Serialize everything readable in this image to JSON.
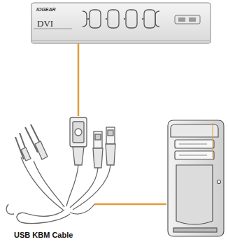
{
  "diagram": {
    "nodes": [
      {
        "text": [
          "IOGEAR",
          "DVI"
        ]
      },
      {
        "text": [
          "USB KBM Cable"
        ]
      }
    ],
    "edges": [
      {
        "from": 0,
        "to": 1,
        "arrow": "none"
      }
    ]
  }
}
